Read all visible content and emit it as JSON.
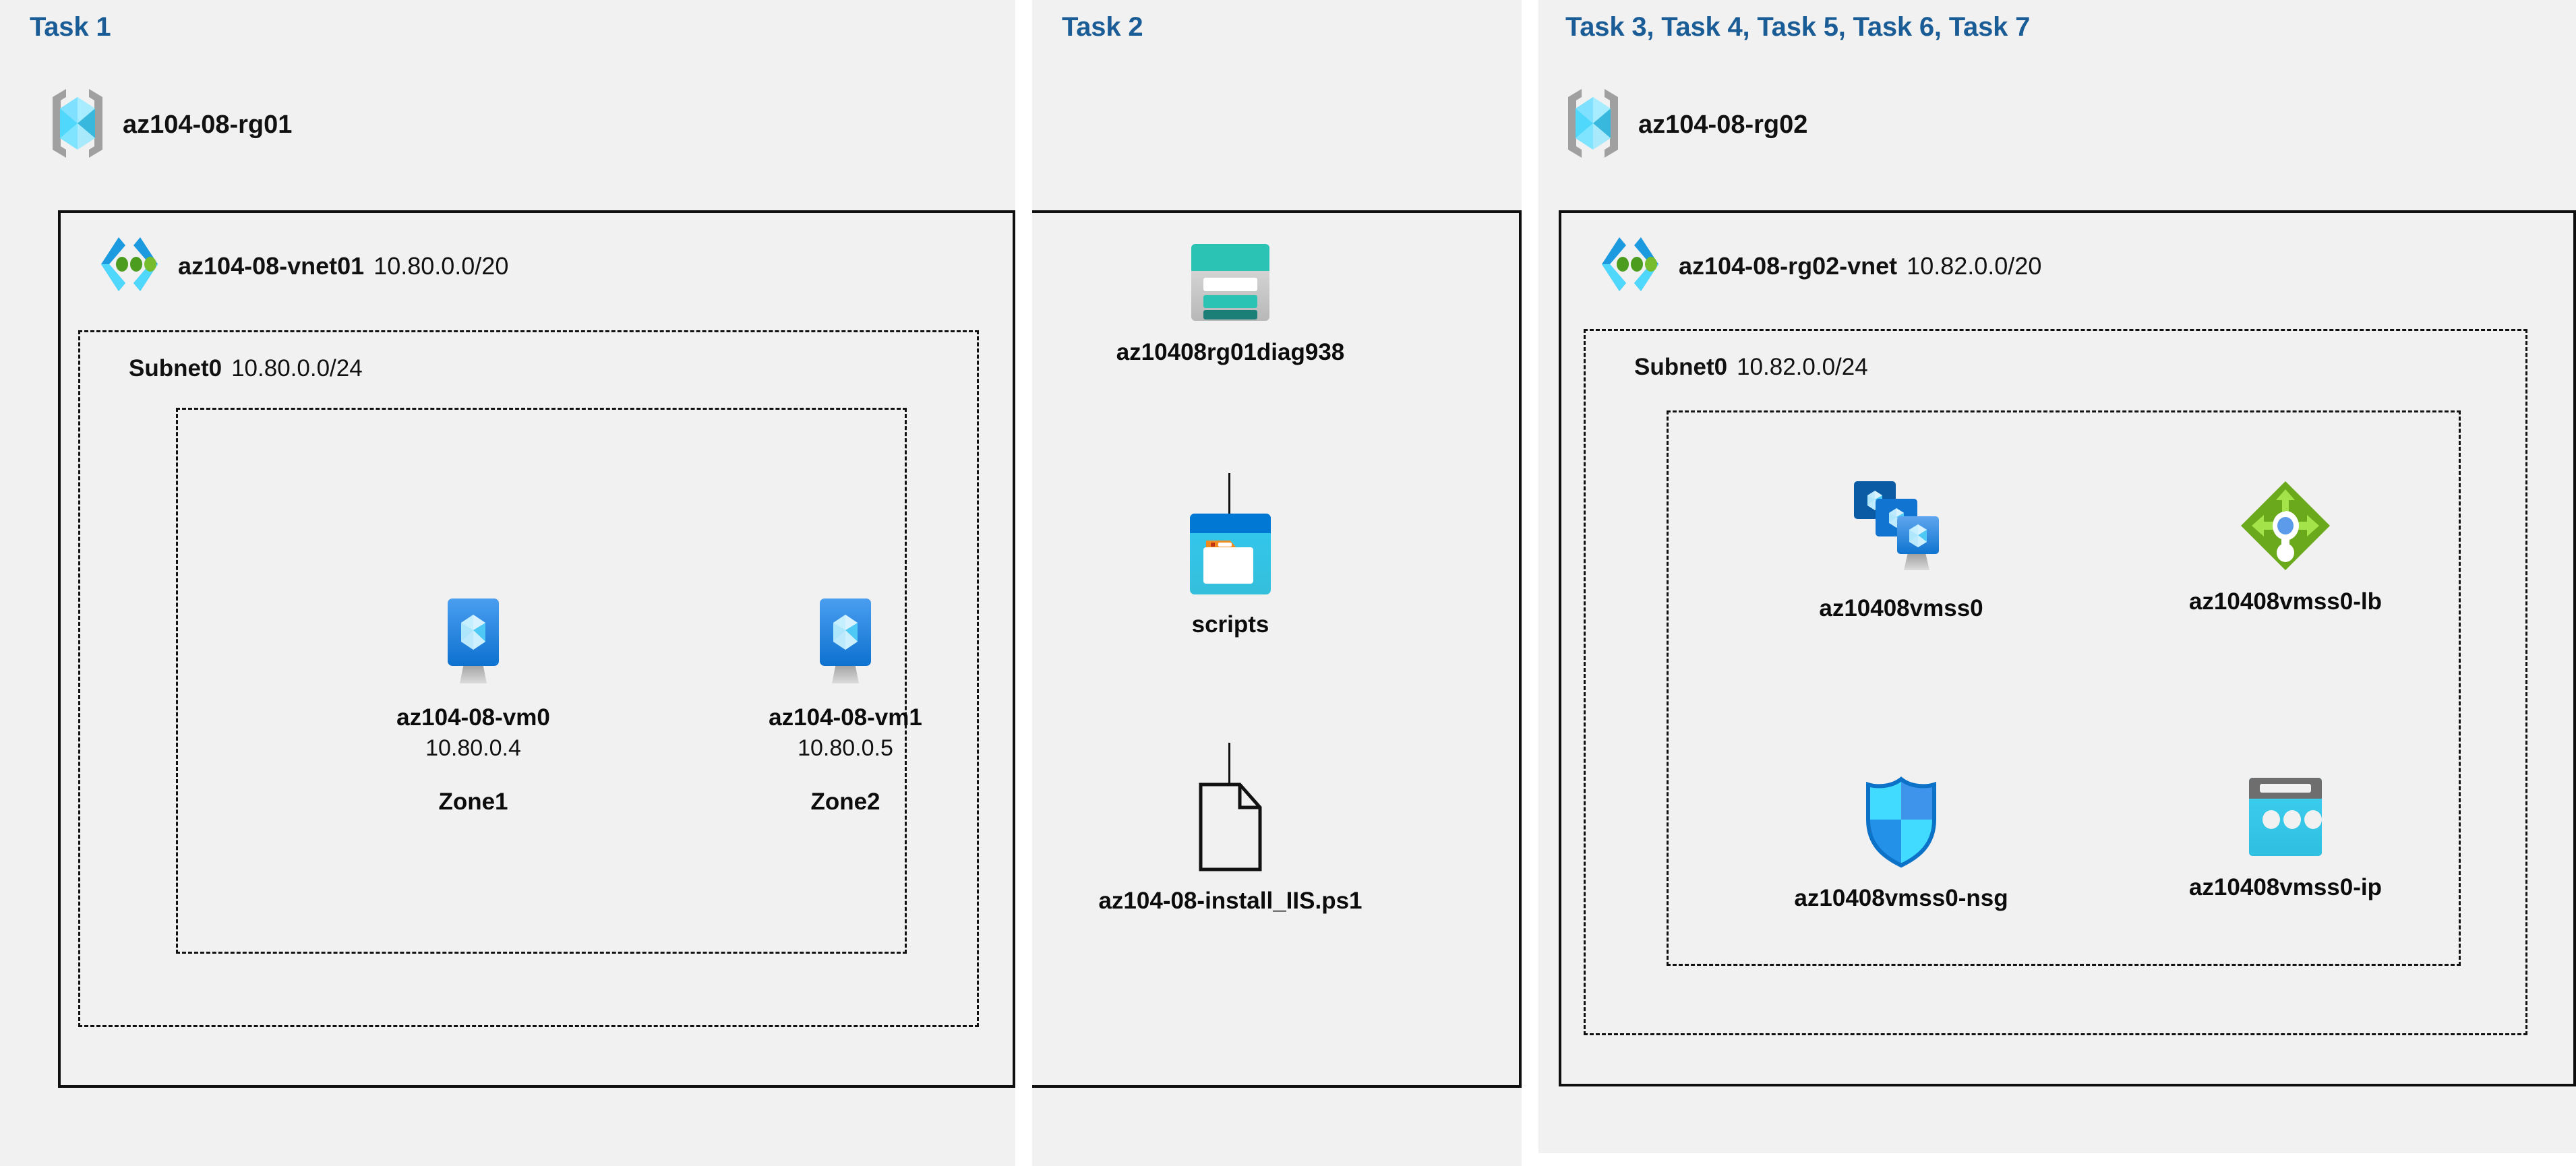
{
  "diagram": {
    "title": "Azure AZ-104 Lab 08 architecture",
    "background": "#ffffff",
    "panel_background": "#f1f1f1",
    "accent_blue": "#1a5c96",
    "border_color": "#0f0f0f"
  },
  "panels": [
    {
      "id": "task1",
      "heading": "Task 1"
    },
    {
      "id": "task2",
      "heading": "Task 2"
    },
    {
      "id": "task3",
      "heading": "Task 3, Task 4, Task 5, Task 6, Task 7"
    }
  ],
  "resource_groups": [
    {
      "id": "rg01",
      "name": "az104-08-rg01",
      "icon": "resource-group-icon"
    },
    {
      "id": "rg02",
      "name": "az104-08-rg02",
      "icon": "resource-group-icon"
    }
  ],
  "vnets": [
    {
      "id": "vnet01",
      "name": "az104-08-vnet01",
      "cidr": "10.80.0.0/20",
      "icon": "virtual-network-icon"
    },
    {
      "id": "vnet02",
      "name": "az104-08-rg02-vnet",
      "cidr": "10.82.0.0/20",
      "icon": "virtual-network-icon"
    }
  ],
  "subnets": [
    {
      "id": "subnet01",
      "name": "Subnet0",
      "cidr": "10.80.0.0/24"
    },
    {
      "id": "subnet02",
      "name": "Subnet0",
      "cidr": "10.82.0.0/24"
    }
  ],
  "virtual_machines": [
    {
      "id": "vm0",
      "name": "az104-08-vm0",
      "ip": "10.80.0.4",
      "zone": "Zone1",
      "icon": "virtual-machine-icon"
    },
    {
      "id": "vm1",
      "name": "az104-08-vm1",
      "ip": "10.80.0.5",
      "zone": "Zone2",
      "icon": "virtual-machine-icon"
    }
  ],
  "storage_chain": [
    {
      "id": "storage-account",
      "name": "az10408rg01diag938",
      "icon": "storage-account-icon"
    },
    {
      "id": "blob-container",
      "name": "scripts",
      "icon": "blob-container-icon"
    },
    {
      "id": "script-file",
      "name": "az104-08-install_IIS.ps1",
      "icon": "file-icon"
    }
  ],
  "scale_set_resources": [
    {
      "id": "vmss",
      "name": "az10408vmss0",
      "icon": "vm-scale-set-icon"
    },
    {
      "id": "lb",
      "name": "az10408vmss0-lb",
      "icon": "load-balancer-icon"
    },
    {
      "id": "nsg",
      "name": "az10408vmss0-nsg",
      "icon": "network-security-group-icon"
    },
    {
      "id": "ip",
      "name": "az10408vmss0-ip",
      "icon": "public-ip-address-icon"
    }
  ],
  "colors": {
    "azure_blue": "#0078d4",
    "cyan": "#32c8f0",
    "light_cyan": "#9cebff",
    "teal": "#2bc4b4",
    "dark_teal": "#1b7f78",
    "green": "#6aa81c",
    "light_green": "#a5e34a",
    "gray": "#6e6e6e"
  }
}
